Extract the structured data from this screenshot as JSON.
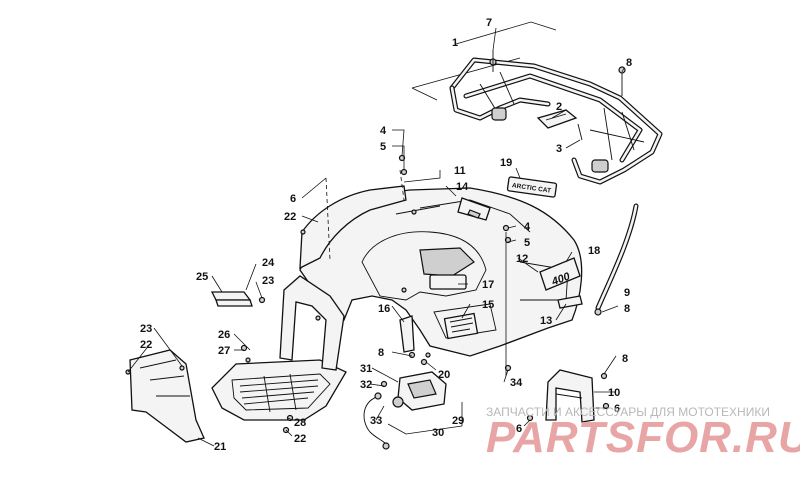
{
  "callouts": [
    {
      "id": "c1",
      "text": "1"
    },
    {
      "id": "c2",
      "text": "2"
    },
    {
      "id": "c3",
      "text": "3"
    },
    {
      "id": "c4a",
      "text": "4"
    },
    {
      "id": "c4b",
      "text": "4"
    },
    {
      "id": "c5a",
      "text": "5"
    },
    {
      "id": "c5b",
      "text": "5"
    },
    {
      "id": "c6a",
      "text": "6"
    },
    {
      "id": "c6b",
      "text": "6"
    },
    {
      "id": "c6c",
      "text": "6"
    },
    {
      "id": "c7",
      "text": "7"
    },
    {
      "id": "c8a",
      "text": "8"
    },
    {
      "id": "c8b",
      "text": "8"
    },
    {
      "id": "c8c",
      "text": "8"
    },
    {
      "id": "c8d",
      "text": "8"
    },
    {
      "id": "c9",
      "text": "9"
    },
    {
      "id": "c10",
      "text": "10"
    },
    {
      "id": "c11",
      "text": "11"
    },
    {
      "id": "c12",
      "text": "12"
    },
    {
      "id": "c13",
      "text": "13"
    },
    {
      "id": "c14",
      "text": "14"
    },
    {
      "id": "c15",
      "text": "15"
    },
    {
      "id": "c16",
      "text": "16"
    },
    {
      "id": "c17",
      "text": "17"
    },
    {
      "id": "c18",
      "text": "18"
    },
    {
      "id": "c19",
      "text": "19"
    },
    {
      "id": "c20",
      "text": "20"
    },
    {
      "id": "c21",
      "text": "21"
    },
    {
      "id": "c22a",
      "text": "22"
    },
    {
      "id": "c22b",
      "text": "22"
    },
    {
      "id": "c22c",
      "text": "22"
    },
    {
      "id": "c23a",
      "text": "23"
    },
    {
      "id": "c23b",
      "text": "23"
    },
    {
      "id": "c24",
      "text": "24"
    },
    {
      "id": "c25",
      "text": "25"
    },
    {
      "id": "c26",
      "text": "26"
    },
    {
      "id": "c27",
      "text": "27"
    },
    {
      "id": "c28",
      "text": "28"
    },
    {
      "id": "c29",
      "text": "29"
    },
    {
      "id": "c30",
      "text": "30"
    },
    {
      "id": "c31",
      "text": "31"
    },
    {
      "id": "c32",
      "text": "32"
    },
    {
      "id": "c33",
      "text": "33"
    },
    {
      "id": "c34",
      "text": "34"
    }
  ],
  "decals": {
    "emblem": "ARCTIC CAT",
    "model": "400"
  },
  "watermark": {
    "subtitle": "ЗАПЧАСТИ И АКСЕССУАРЫ ДЛЯ МОТОТЕХНИКИ",
    "brand": "PARTSFOR.RU"
  },
  "colors": {
    "line": "#111111",
    "part_fill": "#f4f4f4",
    "watermark_brand": "#e8a5a5",
    "watermark_subtitle": "#b8b8b8"
  }
}
